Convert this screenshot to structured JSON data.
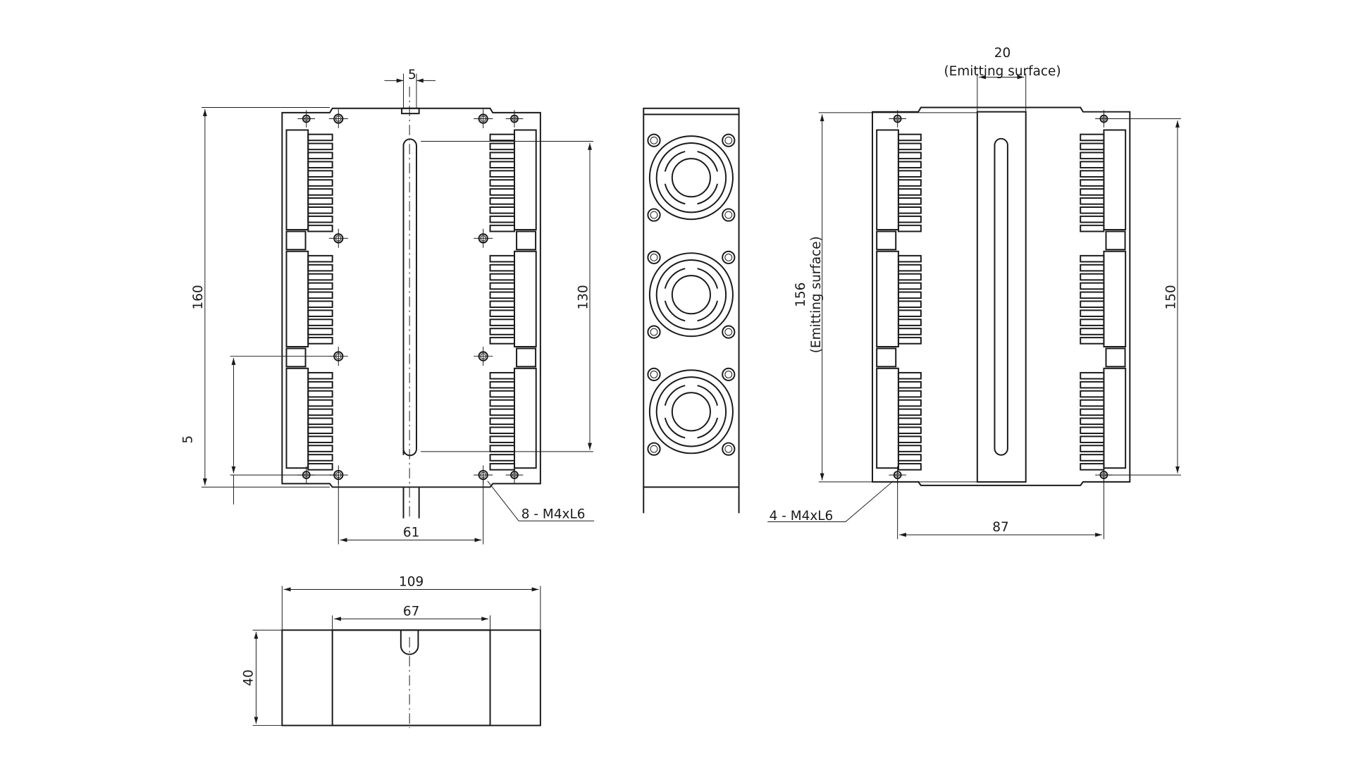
{
  "front_view": {
    "dim_width_top": "5",
    "dim_height": "160",
    "dim_hole_span_v": "130",
    "dim_bottom_offset": "5",
    "dim_hole_span_h": "61",
    "thread_callout": "8 - M4xL6"
  },
  "side_view": {
    "dim_emit_width": "20",
    "emit_label_top": "(Emitting surface)",
    "dim_emit_length": "156",
    "emit_label_side": "(Emitting surface)",
    "dim_hole_span_v": "150",
    "dim_hole_span_h": "87",
    "thread_callout": "4 - M4xL6"
  },
  "bottom_view": {
    "dim_total_width": "109",
    "dim_inner_width": "67",
    "dim_height": "40"
  },
  "colors": {
    "line": "#1a1a1a",
    "background": "#ffffff"
  }
}
